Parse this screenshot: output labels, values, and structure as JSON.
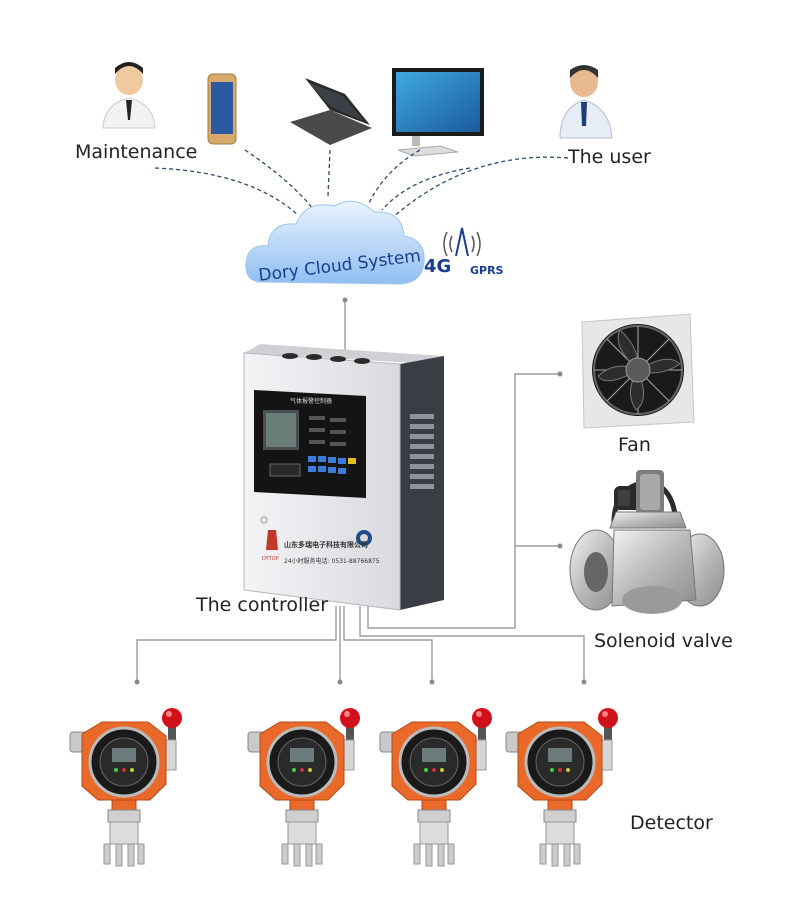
{
  "labels": {
    "maintenance": "Maintenance",
    "user": "The user",
    "cloud": "Dory Cloud System",
    "network_4g": "4G",
    "network_gprs": "GPRS",
    "controller": "The controller",
    "fan": "Fan",
    "valve": "Solenoid valve",
    "detector": "Detector"
  },
  "controller_panel": {
    "title": "气体报警控制器",
    "company": "山东多瑞电子科技有限公司",
    "hotline": "24小时服务电话: 0531-88766875",
    "brand": "DYTOP"
  },
  "colors": {
    "link_line": "#8a8a8a",
    "cloud": "#7fb2e8",
    "cloud_text": "#1b3c8f",
    "detector_body": "#e8692a",
    "alarm_lamp": "#d0101a"
  },
  "icons": [
    "person-icon",
    "phone-icon",
    "laptop-icon",
    "monitor-icon",
    "cloud-icon",
    "signal-tower-icon"
  ]
}
